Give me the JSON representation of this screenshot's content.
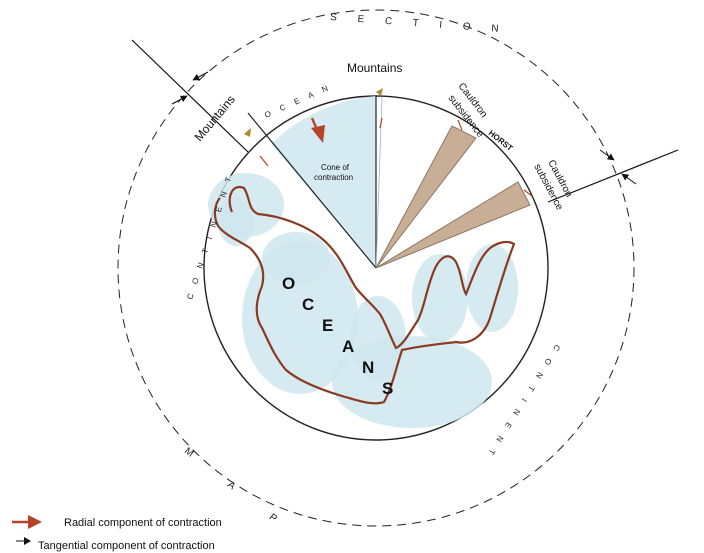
{
  "labels": {
    "section": "S E C T I O N",
    "map": "M A P",
    "continent_left": "C O N T I N E N T",
    "continent_right": "C O N T I N E N T",
    "ocean_arc": "O C E A N",
    "mountains_top": "Mountains",
    "mountains_left": "Mountains",
    "cone_line1": "Cone of",
    "cone_line2": "contraction",
    "cauldron1_line1": "Cauldron",
    "cauldron1_line2": "subsidence",
    "cauldron2_line1": "Cauldron",
    "cauldron2_line2": "subsidence",
    "horst": "HORST",
    "oceans": [
      "O",
      "C",
      "E",
      "A",
      "N",
      "S"
    ]
  },
  "legend": {
    "radial": "Radial component of contraction",
    "tangential": "Tangential component of contraction"
  },
  "colors": {
    "ocean_fill": "#cfe6ee",
    "coastline": "#8b3a22",
    "radial_arrow": "#b5432a",
    "wedge_fill": "#c9ae96",
    "wedge_stroke": "#8a7664"
  }
}
